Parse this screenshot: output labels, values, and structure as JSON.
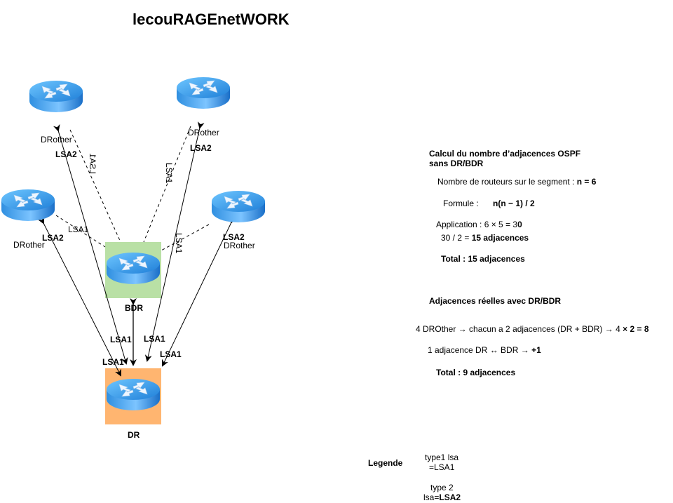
{
  "title": "lecouRAGEnetWORK",
  "nodes": {
    "drother_top_left": {
      "label": "DRother",
      "lsa": "LSA2"
    },
    "drother_top_right": {
      "label": "DRother",
      "lsa": "LSA2"
    },
    "drother_mid_left": {
      "label": "DRother",
      "lsa": "LSA2"
    },
    "drother_mid_right": {
      "label": "DRother",
      "lsa": "LSA2"
    },
    "bdr": {
      "label": "BDR",
      "color": "#b9e0a5"
    },
    "dr": {
      "label": "DR",
      "color": "#ffb570"
    }
  },
  "edge_labels": {
    "tl_dashed": "LSA1",
    "tr_dashed": "LSA1",
    "ml_dashed": "LSA1",
    "mr_dashed": "LSA1",
    "tl_to_dr": "LSA1",
    "tr_to_dr": "LSA1",
    "ml_to_dr": "LSA1",
    "mr_to_dr": "LSA1"
  },
  "calc": {
    "heading_line1": "Calcul du nombre d’adjacences OSPF",
    "heading_line2": "sans DR/BDR",
    "routers_text": "Nombre de routeurs sur le segment : ",
    "routers_value": "n = 6",
    "formula_label": "Formule :",
    "formula_value": "n(n − 1) / 2",
    "application_text": "Application : 6 × 5 = 3",
    "application_bold": "0",
    "division_text": "30 / 2 = ",
    "division_bold": "15 adjacences",
    "total": "Total : 15 adjacences"
  },
  "real": {
    "heading": "Adjacences réelles avec DR/BDR",
    "line1_text": "4 DROther → chacun a 2 adjacences (DR + BDR) → 4 ",
    "line1_bold": "× 2 = 8",
    "line2_text": "1 adjacence DR ↔ BDR → ",
    "line2_bold": "+1",
    "total": "Total : 9 adjacences"
  },
  "legend": {
    "title": "Legende",
    "type1_line1": "type1 lsa",
    "type1_line2": "=LSA1",
    "type2_line1": "type 2",
    "type2_line2_text": "lsa=",
    "type2_line2_bold": "LSA2"
  }
}
